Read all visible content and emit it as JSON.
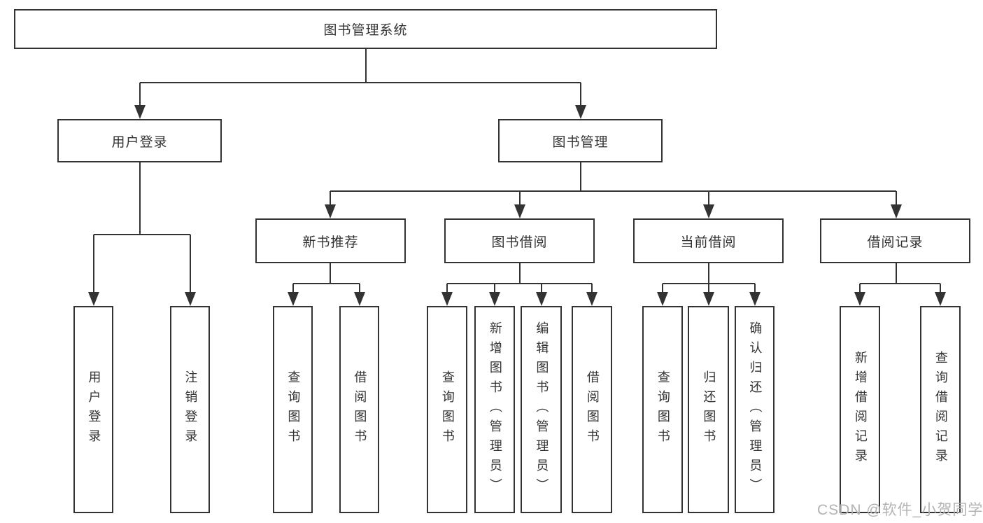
{
  "diagram": {
    "tree": {
      "label": "图书管理系统",
      "children": [
        {
          "label": "用户登录",
          "children": [
            {
              "label": "用户登录"
            },
            {
              "label": "注销登录"
            }
          ]
        },
        {
          "label": "图书管理",
          "children": [
            {
              "label": "新书推荐",
              "children": [
                {
                  "label": "查询图书"
                },
                {
                  "label": "借阅图书"
                }
              ]
            },
            {
              "label": "图书借阅",
              "children": [
                {
                  "label": "查询图书"
                },
                {
                  "label": "新增图书（管理员）"
                },
                {
                  "label": "编辑图书（管理员）"
                },
                {
                  "label": "借阅图书"
                }
              ]
            },
            {
              "label": "当前借阅",
              "children": [
                {
                  "label": "查询图书"
                },
                {
                  "label": "归还图书"
                },
                {
                  "label": "确认归还（管理员）"
                }
              ]
            },
            {
              "label": "借阅记录",
              "children": [
                {
                  "label": "新增借阅记录"
                },
                {
                  "label": "查询借阅记录"
                }
              ]
            }
          ]
        }
      ]
    },
    "colors": {
      "line": "#333333",
      "text": "#333333",
      "background": "#ffffff",
      "watermark": "#b3b3b3"
    }
  },
  "watermark": {
    "text": "CSDN @软件_小贺同学"
  }
}
